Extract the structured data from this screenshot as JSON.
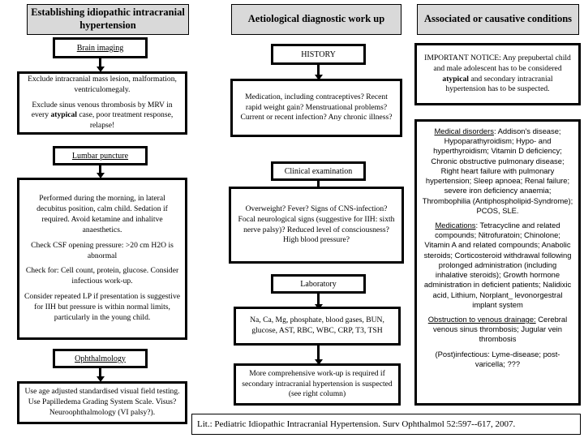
{
  "figure": {
    "title": "Diagnostic work-up flowchart for pediatric idiopathic intracranial hypertension",
    "background": "#ffffff",
    "header_fill": "#d9d9d9",
    "line_color": "#000000"
  },
  "columns": [
    {
      "id": "establishing",
      "header": "Establishing idiopathic intracranial hypertension",
      "nodes": [
        {
          "type": "step",
          "label": "Brain imaging",
          "underline": true
        },
        {
          "type": "detail",
          "paragraphs": [
            "Exclude intracranial mass lesion, malformation, ventriculomegaly.",
            "Exclude sinus venous thrombosis by MRV in every atypical case, poor treatment response, relapse!"
          ],
          "emphasis": [
            "atypical"
          ]
        },
        {
          "type": "step",
          "label": "Lumbar puncture",
          "underline": true
        },
        {
          "type": "detail",
          "paragraphs": [
            "Performed during the morning, in lateral decubitus position, calm child. Sedation if required. Avoid ketamine and inhalitve anaesthetics.",
            "Check CSF opening pressure: >20 cm H2O is abnormal",
            "Check for: Cell count, protein, glucose. Consider infectious work-up.",
            "Consider repeated LP if presentation is suggestive for IIH but pressure is within normal limits, particularly in the young child."
          ]
        },
        {
          "type": "step",
          "label": "Ophthalmology",
          "underline": true
        },
        {
          "type": "detail",
          "paragraphs": [
            "Use age adjusted standardised visual field testing. Use Papilledema Grading System Scale. Visus?  Neuroophthalmology (VI palsy?)."
          ]
        }
      ]
    },
    {
      "id": "aetiological",
      "header": "Aetiological diagnostic work up",
      "nodes": [
        {
          "type": "step",
          "label": "HISTORY",
          "underline": false
        },
        {
          "type": "detail",
          "paragraphs": [
            "Medication, including contraceptives? Recent rapid weight gain? Menstruational problems? Current or recent infection? Any chronic illness?"
          ]
        },
        {
          "type": "step",
          "label": "Clinical examination",
          "underline": false
        },
        {
          "type": "detail",
          "paragraphs": [
            "Overweight? Fever? Signs of CNS-infection? Focal neurological signs (suggestive for IIH: sixth nerve palsy)? Reduced level of consciousness? High blood pressure?"
          ]
        },
        {
          "type": "step",
          "label": "Laboratory",
          "underline": false
        },
        {
          "type": "detail",
          "paragraphs": [
            "Na, Ca, Mg, phosphate, blood gases, BUN, glucose, AST, RBC, WBC, CRP, T3, TSH"
          ]
        },
        {
          "type": "detail",
          "paragraphs": [
            "More comprehensive work-up is required if secondary intracranial hypertension is suspected (see right column)"
          ]
        }
      ]
    },
    {
      "id": "associated",
      "header": "Associated or causative conditions",
      "nodes": [
        {
          "type": "notice",
          "text_lead": "IMPORTANT NOTICE: Any prepubertal child and male adolescent has to be considered ",
          "text_bold": "atypical",
          "text_tail": " and secondary intracranial hypertension has to be suspected."
        },
        {
          "type": "list",
          "groups": [
            {
              "heading": "Medical disorders",
              "heading_underline": true,
              "body": ": Addison's disease; Hypoparathyroidism; Hypo- and hyperthyroidism; Vitamin D deficiency; Chronic obstructive pulmonary disease; Right heart failure with pulmonary hypertension; Sleep apnoea; Renal failure; severe iron deficiency anaemia; Thrombophilia (Antiphospholipid-Syndrome);  PCOS, SLE."
            },
            {
              "heading": "Medications",
              "heading_underline": true,
              "body": ": Tetracycline and related compounds; Nitrofuratoin; Chinolone; Vitamin A and related compounds; Anabolic steroids; Corticosteroid withdrawal following prolonged administration (including inhalative steroids); Growth hormone administration in deficient patients; Nalidixic acid, Lithium, Norplant_ levonorgestral implant system"
            },
            {
              "heading": "Obstruction to venous drainage:",
              "heading_underline": true,
              "body": " Cerebral venous sinus thrombosis; Jugular vein thrombosis"
            },
            {
              "heading": "",
              "heading_underline": false,
              "body": "(Post)infectious: Lyme-disease; post-varicella; ???"
            }
          ]
        }
      ]
    }
  ],
  "citation": "Lit.: Pediatric Idiopathic Intracranial Hypertension. Surv Ophthalmol 52:597--617, 2007."
}
